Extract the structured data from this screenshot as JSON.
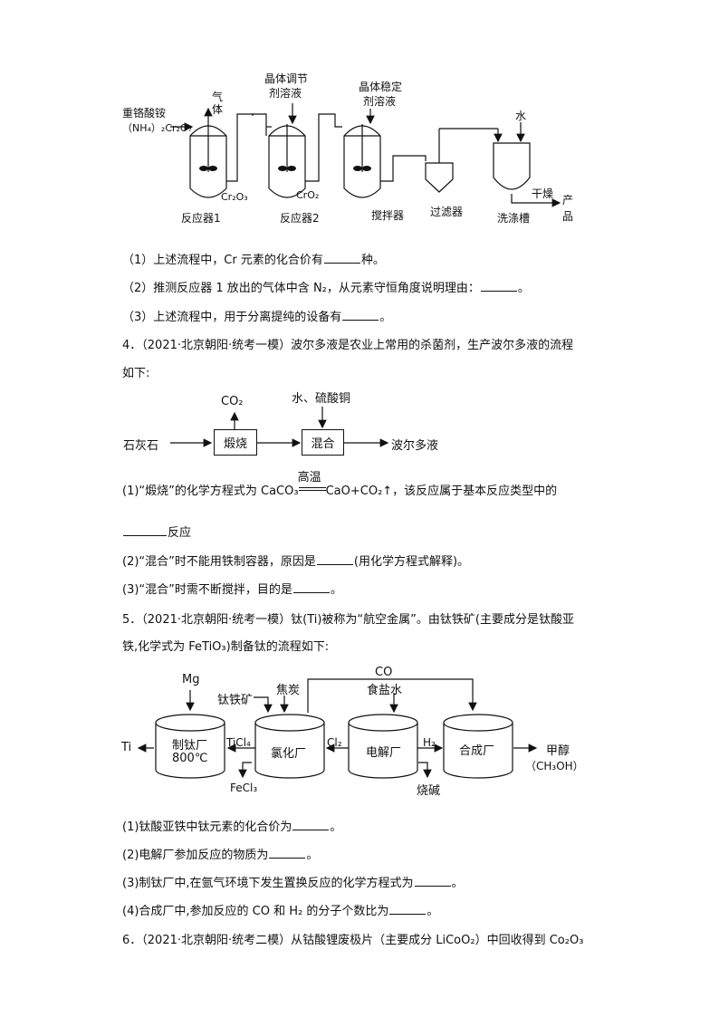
{
  "diagram1": {
    "feed_l1": "重铬酸铵",
    "feed_l2": "（NH₄）₂Cr₂O₇",
    "gas": "气体",
    "reactor1": "反应器1",
    "cr2o3": "Cr₂O₃",
    "crystal_adj_l1": "晶体调节",
    "crystal_adj_l2": "剂溶液",
    "reactor2": "反应器2",
    "cro2": "CrO₂",
    "crystal_stab_l1": "晶体稳定",
    "crystal_stab_l2": "剂溶液",
    "stirrer": "搅拌器",
    "filter": "过滤器",
    "water": "水",
    "washer": "洗涤槽",
    "dry": "干燥",
    "product_l1": "产",
    "product_l2": "品"
  },
  "q3": {
    "s1a": "（1）上述流程中，Cr 元素的化合价有",
    "s1b": "种。",
    "s2a": "（2）推测反应器 1 放出的气体中含 N₂，从元素守恒角度说明理由：",
    "s2b": "。",
    "s3a": "（3）上述流程中，用于分离提纯的设备有",
    "s3b": "。"
  },
  "q4": {
    "head_l1": "4．（2021·北京朝阳·统考一模）波尔多液是农业上常用的杀菌剂，生产波尔多液的流程",
    "head_l2": "如下:",
    "co2": "CO₂",
    "water_cuso4": "水、硫酸铜",
    "limestone": "石灰石",
    "calcine": "煅烧",
    "mix": "混合",
    "bordeaux": "波尔多液",
    "s1_pre": "(1)“煅烧”的化学方程式为 CaCO₃",
    "cond": "高温",
    "s1_post": "CaO+CO₂↑，该反应属于基本反应类型中的",
    "s1_tail": "反应",
    "s2a": "(2)“混合”时不能用铁制容器，原因是",
    "s2b": "(用化学方程式解释)。",
    "s3a": "(3)“混合”时需不断搅拌，目的是",
    "s3b": "。"
  },
  "q5": {
    "head_l1": "5．（2021·北京朝阳·统考一模）钛(Ti)被称为“航空金属”。由钛铁矿(主要成分是钛酸亚",
    "head_l2": "铁,化学式为 FeTiO₃)制备钛的流程如下:",
    "mg": "Mg",
    "ilmenite": "钛铁矿",
    "coke": "焦炭",
    "co": "CO",
    "brine": "食盐水",
    "ti": "Ti",
    "ti_plant_l1": "制钛厂",
    "ti_plant_l2": "800℃",
    "ticl4": "TiCl₄",
    "chlor_plant": "氯化厂",
    "cl2": "Cl₂",
    "elec_plant": "电解厂",
    "h2": "H₂",
    "synth_plant": "合成厂",
    "methanol": "甲醇",
    "methanol_f": "（CH₃OH）",
    "fecl3": "FeCl₃",
    "caustic": "烧碱",
    "s1a": "(1)钛酸亚铁中钛元素的化合价为",
    "s1b": "。",
    "s2a": "(2)电解厂参加反应的物质为",
    "s2b": "。",
    "s3a": "(3)制钛厂中,在氩气环境下发生置换反应的化学方程式为",
    "s3b": "。",
    "s4a": "(4)合成厂中,参加反应的 CO  和 H₂ 的分子个数比为",
    "s4b": "。"
  },
  "q6": {
    "head": "6．（2021·北京朝阳·统考二模）从钴酸锂废极片（主要成分 LiCoO₂）中回收得到 Co₂O₃"
  }
}
